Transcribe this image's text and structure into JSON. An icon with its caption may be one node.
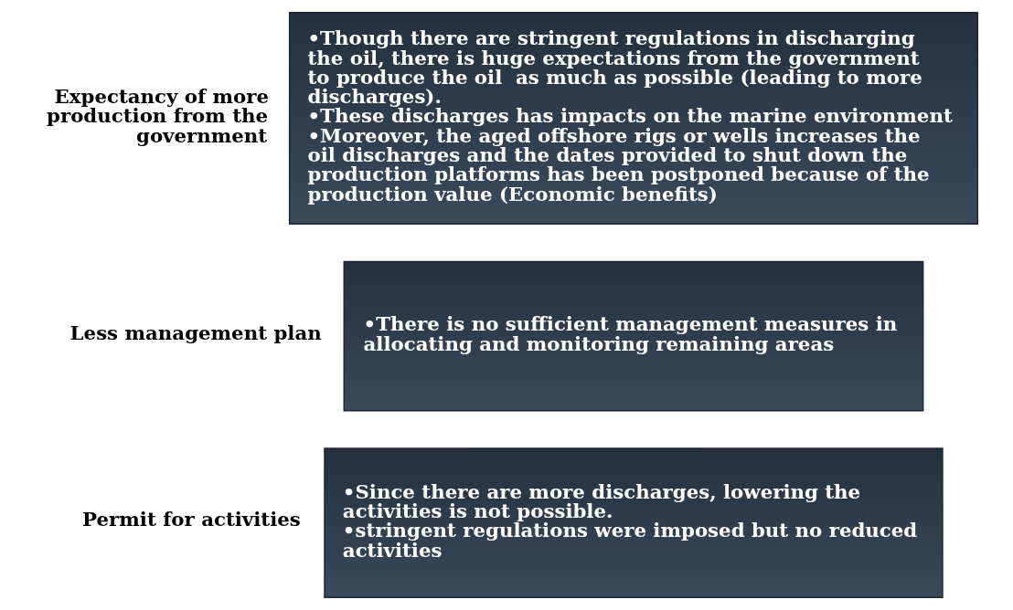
{
  "diagram": {
    "nodes": [
      {
        "text": [
          "•Though there are stringent regulations in discharging the oil, there is huge expectations from the government to produce the oil  as much as possible (leading to more discharges).",
          "•These discharges has impacts on the marine environment",
          "•Moreover, the aged offshore rigs or wells increases the oil discharges and the dates provided to shut down the production platforms has been postponed because of the production value (Economic benefits)"
        ],
        "beside": [
          "Expectancy of more production from the government"
        ]
      },
      {
        "text": [
          "•There is no sufficient management measures in allocating and monitoring remaining areas"
        ],
        "beside": [
          "Less management plan"
        ]
      },
      {
        "text": [
          "•Since there are more discharges, lowering the activities is not possible.",
          "•stringent regulations were imposed but no reduced activities"
        ],
        "beside": [
          "Permit for activities"
        ]
      }
    ]
  }
}
